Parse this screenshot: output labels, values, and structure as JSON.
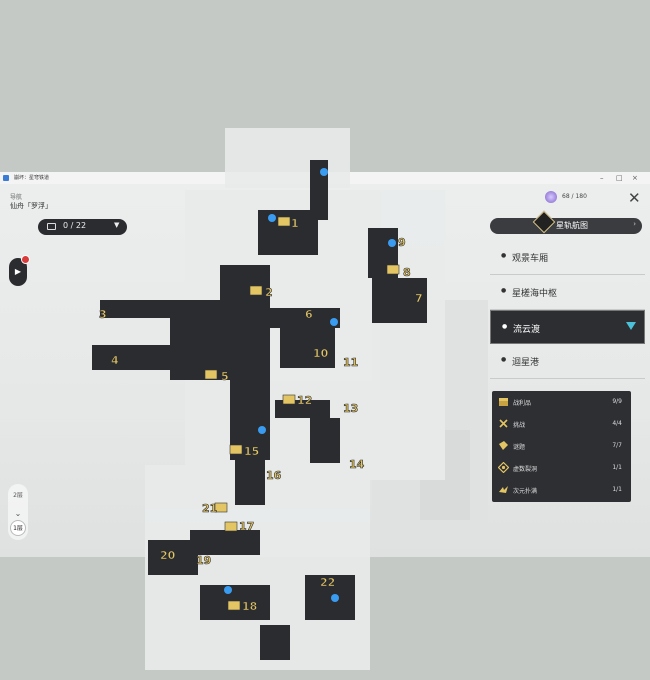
{
  "window": {
    "title": "崩坏：星穹铁道"
  },
  "header": {
    "region": "导航",
    "location": "仙舟「罗浮」"
  },
  "floor_pill": {
    "value": "0 / 22"
  },
  "currency": {
    "value": "68 / 180"
  },
  "nav_button": {
    "label": "星轨航图"
  },
  "locations": [
    {
      "name": "观景车厢"
    },
    {
      "name": "星槎海中枢"
    },
    {
      "name": "流云渡"
    },
    {
      "name": "迴星港"
    }
  ],
  "legend": [
    {
      "name": "战利品",
      "count": "9/9"
    },
    {
      "name": "挑战",
      "count": "4/4"
    },
    {
      "name": "谜题",
      "count": "7/7"
    },
    {
      "name": "虚数裂洞",
      "count": "1/1"
    },
    {
      "name": "次元扑满",
      "count": "1/1"
    }
  ],
  "floors": [
    {
      "label": "2层"
    },
    {
      "label": "1层"
    }
  ],
  "colors": {
    "accent": "#4bc1d9",
    "panel": "#2c2e32",
    "marker": "#e3c564",
    "teleport": "#3a9cf0"
  },
  "markers": [
    "1",
    "2",
    "3",
    "4",
    "5",
    "6",
    "7",
    "8",
    "9",
    "10",
    "11",
    "12",
    "13",
    "14",
    "15",
    "16",
    "17",
    "18",
    "19",
    "20",
    "21",
    "22"
  ]
}
